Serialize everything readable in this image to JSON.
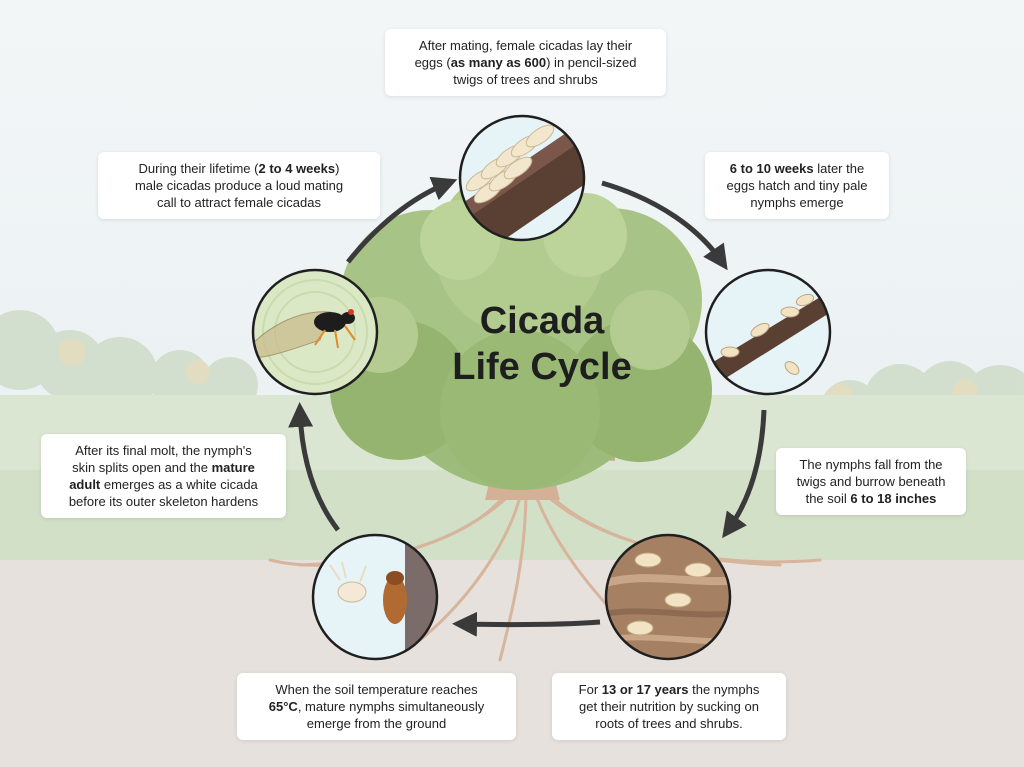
{
  "title": {
    "line1": "Cicada",
    "line2": "Life Cycle"
  },
  "stages": [
    {
      "id": "egg-laying",
      "icon": "branch-with-eggs-icon",
      "caption": [
        {
          "t": "After mating, female cicadas lay their "
        },
        {
          "br": true
        },
        {
          "t": "eggs ("
        },
        {
          "t": "as many as 600",
          "b": true
        },
        {
          "t": ") in pencil-sized"
        },
        {
          "br": true
        },
        {
          "t": "twigs of trees and shrubs"
        }
      ]
    },
    {
      "id": "hatching",
      "icon": "hatching-nymphs-icon",
      "caption": [
        {
          "t": "6 to 10 weeks",
          "b": true
        },
        {
          "t": " later the"
        },
        {
          "br": true
        },
        {
          "t": "eggs hatch and tiny pale"
        },
        {
          "br": true
        },
        {
          "t": "nymphs emerge"
        }
      ]
    },
    {
      "id": "burrowing",
      "icon": "falling-nymph-icon",
      "caption": [
        {
          "t": "The nymphs fall from the"
        },
        {
          "br": true
        },
        {
          "t": "twigs and burrow beneath"
        },
        {
          "br": true
        },
        {
          "t": "the soil "
        },
        {
          "t": "6 to 18 inches",
          "b": true
        }
      ]
    },
    {
      "id": "underground",
      "icon": "underground-nymphs-icon",
      "caption": [
        {
          "t": "For "
        },
        {
          "t": "13 or 17 years",
          "b": true
        },
        {
          "t": " the nymphs"
        },
        {
          "br": true
        },
        {
          "t": "get their nutrition by sucking on"
        },
        {
          "br": true
        },
        {
          "t": "roots of trees and shrubs."
        }
      ]
    },
    {
      "id": "emergence",
      "icon": "molting-nymph-icon",
      "caption": [
        {
          "t": "When the soil temperature reaches"
        },
        {
          "br": true
        },
        {
          "t": "65°C",
          "b": true
        },
        {
          "t": ", mature nymphs simultaneously"
        },
        {
          "br": true
        },
        {
          "t": "emerge from the ground"
        }
      ]
    },
    {
      "id": "final-molt",
      "icon": "molting-nymph-icon",
      "caption": [
        {
          "t": "After its final molt, the nymph's"
        },
        {
          "br": true
        },
        {
          "t": "skin splits open and the "
        },
        {
          "t": "mature",
          "b": true
        },
        {
          "br": true
        },
        {
          "t": "adult",
          "b": true
        },
        {
          "t": " emerges as a white cicada"
        },
        {
          "br": true
        },
        {
          "t": "before its outer skeleton hardens"
        }
      ]
    },
    {
      "id": "mating-call",
      "icon": "adult-cicada-icon",
      "caption": [
        {
          "t": "During their lifetime ("
        },
        {
          "t": "2 to 4 weeks",
          "b": true
        },
        {
          "t": ")"
        },
        {
          "br": true
        },
        {
          "t": "male cicadas produce a loud mating"
        },
        {
          "br": true
        },
        {
          "t": "call to attract female cicadas"
        }
      ]
    }
  ],
  "colors": {
    "sky": "#e8f0f2",
    "ground": "#e6e0dc",
    "grass": "#d9e4cf",
    "tree": "#8fb06a",
    "trunk": "#c9a688",
    "arrow": "#3a3a3a",
    "circle_stroke": "#1f1f1f"
  }
}
